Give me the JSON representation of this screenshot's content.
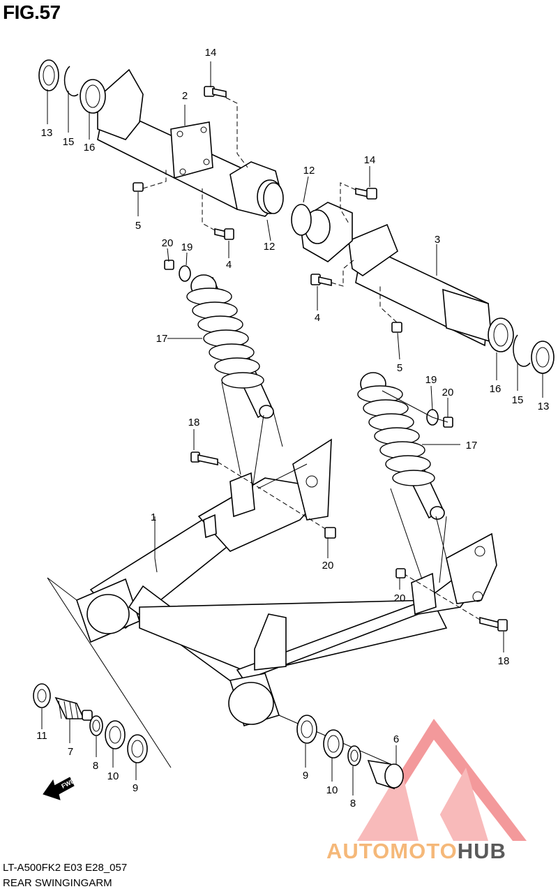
{
  "figure": {
    "title": "FIG.57",
    "model_code": "LT-A500FK2 E03 E28_057",
    "caption": "REAR SWINGINGARM",
    "fwd_arrow_label": "FWD"
  },
  "callouts": {
    "c1": "1",
    "c2": "2",
    "c3": "3",
    "c4a": "4",
    "c4b": "4",
    "c5a": "5",
    "c5b": "5",
    "c6": "6",
    "c7": "7",
    "c8a": "8",
    "c8b": "8",
    "c9a": "9",
    "c9b": "9",
    "c10a": "10",
    "c10b": "10",
    "c11": "11",
    "c12a": "12",
    "c12b": "12",
    "c13a": "13",
    "c13b": "13",
    "c14a": "14",
    "c14b": "14",
    "c15a": "15",
    "c15b": "15",
    "c16a": "16",
    "c16b": "16",
    "c17a": "17",
    "c17b": "17",
    "c18a": "18",
    "c18b": "18",
    "c19a": "19",
    "c19b": "19",
    "c20a": "20",
    "c20b": "20",
    "c20c": "20",
    "c20d": "20"
  },
  "watermark": {
    "text_a": "AUTOMOTO",
    "text_b": "HUB",
    "logo_icon": "triangle-m-logo-icon",
    "color_a": "#f5b879",
    "color_b": "#5a5a5a",
    "logo_color": "#f0787a"
  }
}
